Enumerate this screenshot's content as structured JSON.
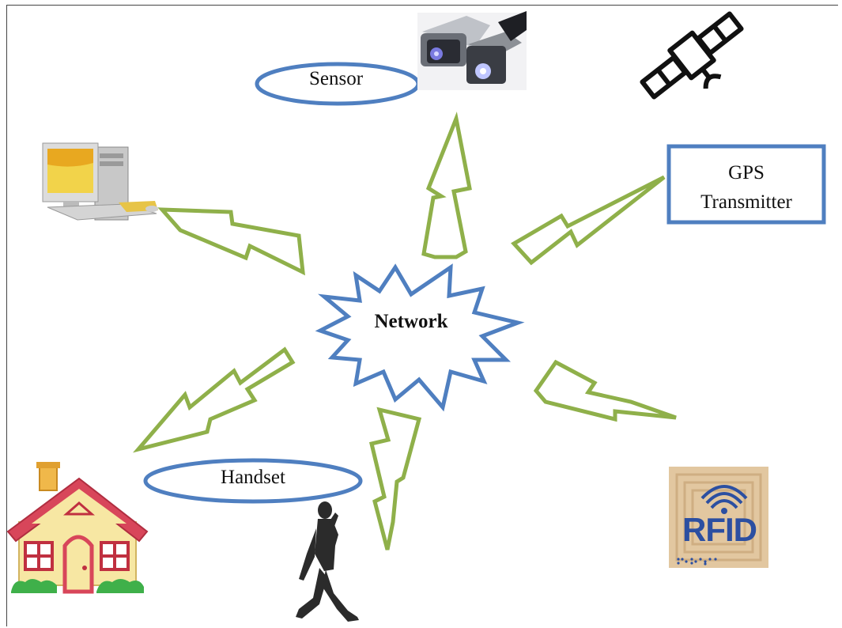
{
  "diagram": {
    "center": {
      "label": "Network",
      "icon": "starburst-icon"
    },
    "nodes": [
      {
        "id": "sensor",
        "label": "Sensor",
        "shape": "ellipse",
        "icon": "camera-sensor-icon"
      },
      {
        "id": "satellite",
        "label": "",
        "icon": "satellite-icon"
      },
      {
        "id": "gps",
        "label_lines": [
          "GPS",
          "Transmitter"
        ],
        "shape": "rectangle"
      },
      {
        "id": "computer",
        "label": "",
        "icon": "desktop-computer-icon"
      },
      {
        "id": "rfid",
        "label": "RFID",
        "icon": "rfid-tag-icon"
      },
      {
        "id": "handset",
        "label": "Handset",
        "shape": "ellipse",
        "icon": "walking-person-phone-icon"
      },
      {
        "id": "home",
        "label": "",
        "icon": "house-icon"
      }
    ],
    "connector_icon": "lightning-bolt-icon",
    "colors": {
      "bolt_stroke": "#8fb04a",
      "outline_blue": "#4f7fc0",
      "text": "#111111",
      "rfid_blue": "#2c4fa1",
      "rfid_tag": "#e2c7a0",
      "house_roof": "#d8465a",
      "house_wall": "#f7e7a3"
    }
  }
}
